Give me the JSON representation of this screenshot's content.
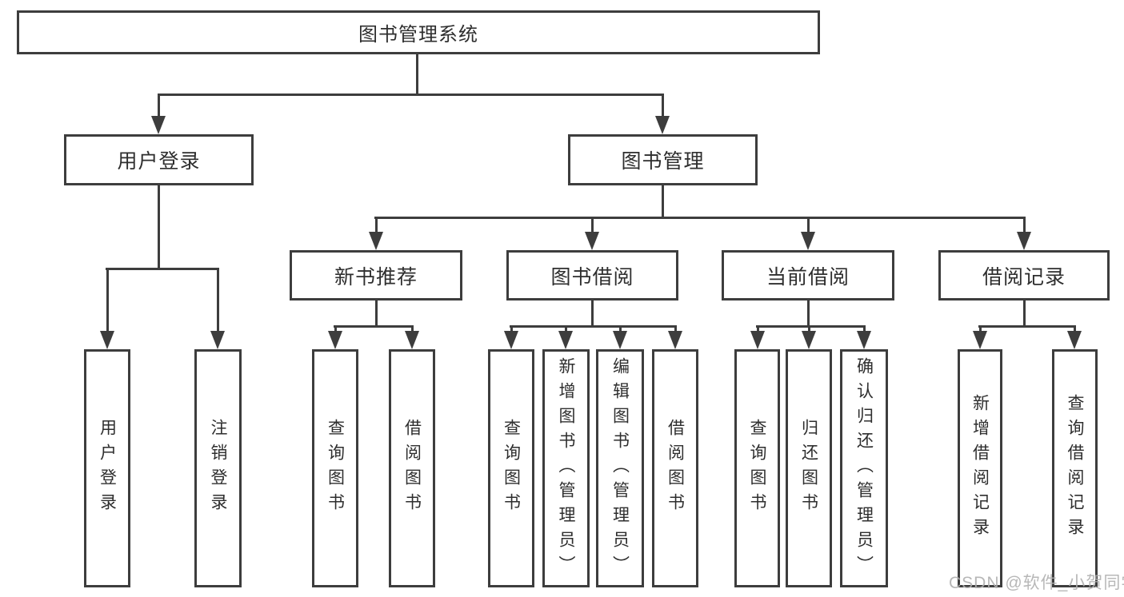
{
  "nodes": {
    "root": "图书管理系统",
    "user_login": "用户登录",
    "book_mgmt": "图书管理",
    "new_book_rec": "新书推荐",
    "book_borrow": "图书借阅",
    "current_borrow": "当前借阅",
    "borrow_record": "借阅记录",
    "leaf_user_login": "用户登录",
    "leaf_logout": "注销登录",
    "leaf_nb_query": "查询图书",
    "leaf_nb_borrow": "借阅图书",
    "leaf_bb_query": "查询图书",
    "leaf_bb_add": "新增图书（管理员）",
    "leaf_bb_edit": "编辑图书（管理员）",
    "leaf_bb_borrow": "借阅图书",
    "leaf_cb_query": "查询图书",
    "leaf_cb_return": "归还图书",
    "leaf_cb_confirm": "确认归还（管理员）",
    "leaf_br_add": "新增借阅记录",
    "leaf_br_query": "查询借阅记录"
  },
  "hierarchy": {
    "图书管理系统": {
      "用户登录": [
        "用户登录",
        "注销登录"
      ],
      "图书管理": {
        "新书推荐": [
          "查询图书",
          "借阅图书"
        ],
        "图书借阅": [
          "查询图书",
          "新增图书（管理员）",
          "编辑图书（管理员）",
          "借阅图书"
        ],
        "当前借阅": [
          "查询图书",
          "归还图书",
          "确认归还（管理员）"
        ],
        "借阅记录": [
          "新增借阅记录",
          "查询借阅记录"
        ]
      }
    }
  },
  "watermark": "CSDN @软件_小贺同学",
  "colors": {
    "line": "#3d3d3d",
    "text": "#2e2e2e",
    "watermark": "#b0b0b0",
    "background": "#ffffff"
  }
}
